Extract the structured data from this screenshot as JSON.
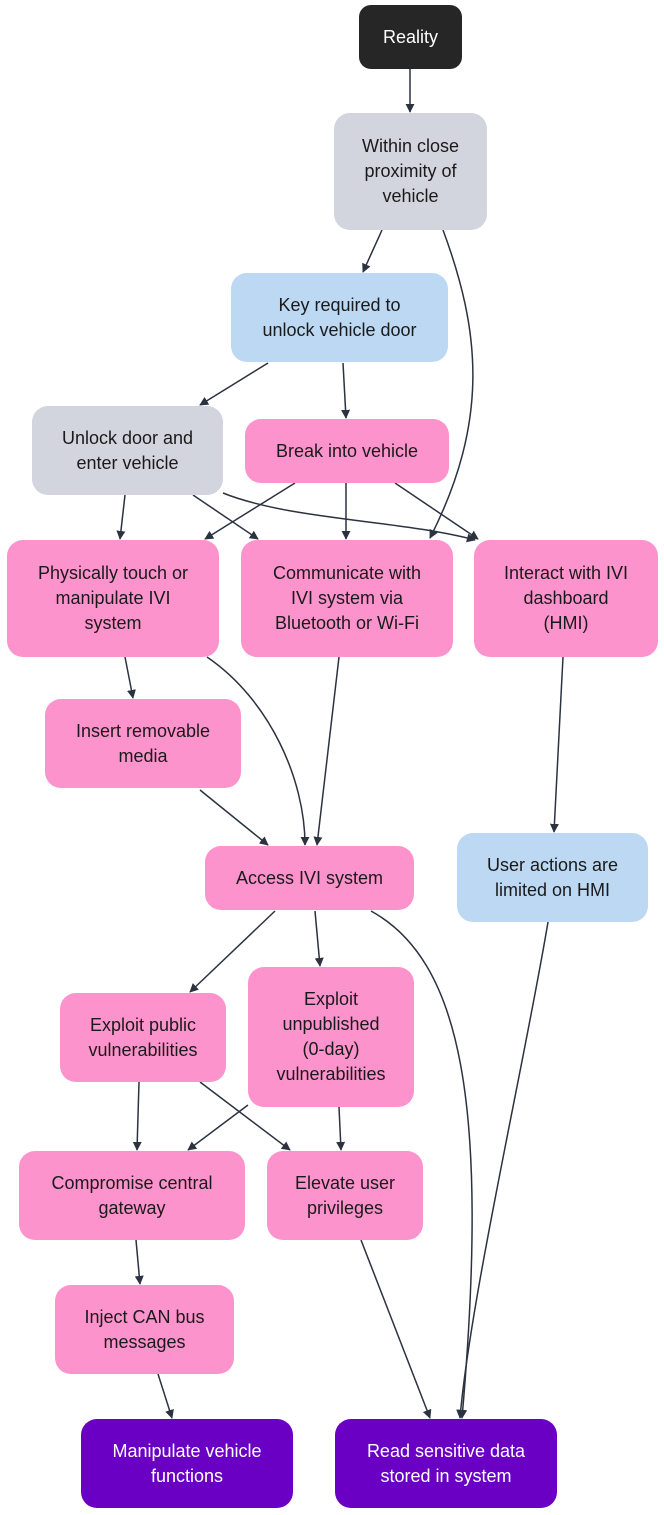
{
  "colors": {
    "start": "#262626",
    "condition": "#d2d5de",
    "mitigation": "#bcd8f2",
    "attack_step": "#fd93cc",
    "goal": "#6a00c4",
    "edge": "#2b3240"
  },
  "nodes": {
    "reality": "Reality",
    "proximity": "Within close\nproximity of\nvehicle",
    "key_required": "Key required to\nunlock vehicle door",
    "unlock_door": "Unlock door and\nenter vehicle",
    "break_in": "Break into vehicle",
    "touch_ivi": "Physically touch or\nmanipulate IVI\nsystem",
    "communicate": "Communicate with\nIVI system via\nBluetooth or Wi-Fi",
    "interact_hmi": "Interact with IVI\ndashboard\n(HMI)",
    "removable_media": "Insert removable\nmedia",
    "access_ivi": "Access IVI system",
    "hmi_limited": "User actions are\nlimited on HMI",
    "exploit_public": "Exploit public\nvulnerabilities",
    "exploit_0day": "Exploit\nunpublished\n(0-day)\nvulnerabilities",
    "compromise_gateway": "Compromise central\ngateway",
    "elevate_privileges": "Elevate user\nprivileges",
    "inject_can": "Inject CAN bus\nmessages",
    "manipulate_functions": "Manipulate vehicle\nfunctions",
    "read_data": "Read sensitive data\nstored in system"
  },
  "edges": [
    [
      "reality",
      "proximity"
    ],
    [
      "proximity",
      "key_required"
    ],
    [
      "proximity",
      "communicate"
    ],
    [
      "key_required",
      "unlock_door"
    ],
    [
      "key_required",
      "break_in"
    ],
    [
      "unlock_door",
      "touch_ivi"
    ],
    [
      "unlock_door",
      "communicate"
    ],
    [
      "unlock_door",
      "interact_hmi"
    ],
    [
      "break_in",
      "touch_ivi"
    ],
    [
      "break_in",
      "communicate"
    ],
    [
      "break_in",
      "interact_hmi"
    ],
    [
      "touch_ivi",
      "removable_media"
    ],
    [
      "touch_ivi",
      "access_ivi"
    ],
    [
      "communicate",
      "access_ivi"
    ],
    [
      "removable_media",
      "access_ivi"
    ],
    [
      "interact_hmi",
      "hmi_limited"
    ],
    [
      "hmi_limited",
      "read_data"
    ],
    [
      "access_ivi",
      "exploit_public"
    ],
    [
      "access_ivi",
      "exploit_0day"
    ],
    [
      "access_ivi",
      "read_data"
    ],
    [
      "exploit_public",
      "compromise_gateway"
    ],
    [
      "exploit_public",
      "elevate_privileges"
    ],
    [
      "exploit_0day",
      "compromise_gateway"
    ],
    [
      "exploit_0day",
      "elevate_privileges"
    ],
    [
      "compromise_gateway",
      "inject_can"
    ],
    [
      "inject_can",
      "manipulate_functions"
    ],
    [
      "elevate_privileges",
      "read_data"
    ]
  ]
}
